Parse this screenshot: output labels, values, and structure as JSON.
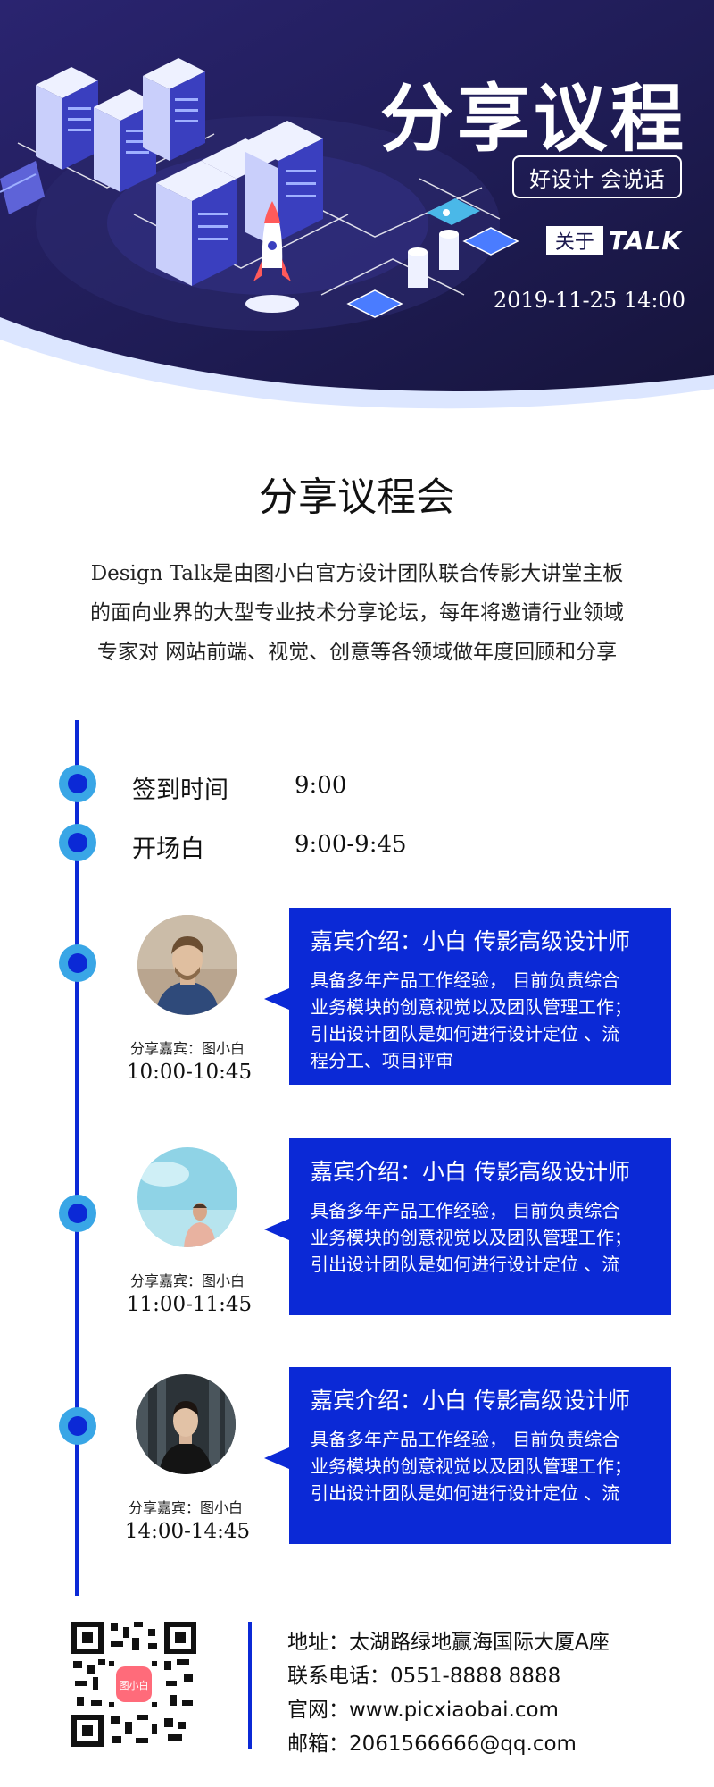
{
  "header": {
    "title": "分享议程",
    "slogan": "好设计  会说话",
    "about": "关于",
    "talk": "TALK",
    "datetime": "2019-11-25  14:00"
  },
  "intro": {
    "title": "分享议程会",
    "lines": [
      "Design Talk是由图小白官方设计团队联合传影大讲堂主板",
      "的面向业界的大型专业技术分享论坛，每年将邀请行业领域",
      "专家对 网站前端、视觉、创意等各领域做年度回顾和分享"
    ]
  },
  "schedule": [
    {
      "label": "签到时间",
      "time": "9:00"
    },
    {
      "label": "开场白",
      "time": "9:00-9:45"
    }
  ],
  "guests": [
    {
      "caption": "分享嘉宾：图小白",
      "time": "10:00-10:45",
      "card_title": "嘉宾介绍：小白  传影高级设计师",
      "lines": [
        "具备多年产品工作经验，  目前负责综合",
        "业务模块的创意视觉以及团队管理工作；",
        "引出设计团队是如何进行设计定位  、流",
        "程分工、项目评审"
      ]
    },
    {
      "caption": "分享嘉宾：图小白",
      "time": "11:00-11:45",
      "card_title": "嘉宾介绍：小白  传影高级设计师",
      "lines": [
        "具备多年产品工作经验，  目前负责综合",
        "业务模块的创意视觉以及团队管理工作；",
        "引出设计团队是如何进行设计定位  、流"
      ]
    },
    {
      "caption": "分享嘉宾：图小白",
      "time": "14:00-14:45",
      "card_title": "嘉宾介绍：小白  传影高级设计师",
      "lines": [
        "具备多年产品工作经验，  目前负责综合",
        "业务模块的创意视觉以及团队管理工作；",
        "引出设计团队是如何进行设计定位  、流"
      ]
    }
  ],
  "footer": {
    "qr_label": "图小白",
    "address": "地址：太湖路绿地赢海国际大厦A座",
    "phone": "联系电话：0551-8888 8888",
    "website": "官网：www.picxiaobai.com",
    "email": "邮箱：2061566666@qq.com"
  },
  "colors": {
    "primary_blue": "#0b29d6",
    "dot_light": "#39a6e6",
    "header_dark": "#1d1b4f"
  }
}
